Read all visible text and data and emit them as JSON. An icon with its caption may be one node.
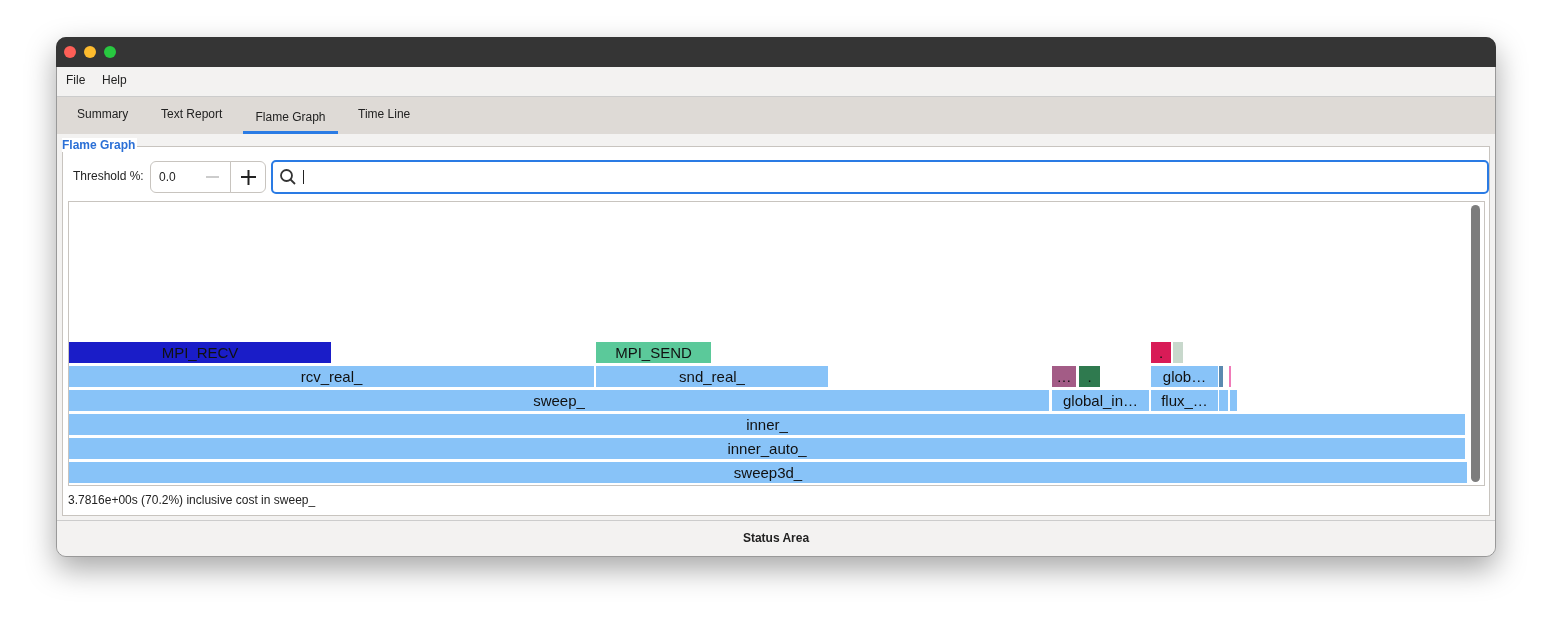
{
  "diagram": {
    "nodes": [
      {
        "text": [
          "MPI_RECV"
        ]
      },
      {
        "text": [
          "MPI_SEND"
        ]
      },
      {
        "text": [
          "."
        ]
      },
      {
        "text": [],
        "shape": "bar"
      },
      {
        "text": [
          "rcv_real_"
        ]
      },
      {
        "text": [
          "snd_real_"
        ]
      },
      {
        "text": [
          "…"
        ]
      },
      {
        "text": [
          "."
        ]
      },
      {
        "text": [
          "glob…"
        ]
      },
      {
        "text": [],
        "shape": "bar"
      },
      {
        "text": [],
        "shape": "bar"
      },
      {
        "text": [
          "sweep_"
        ]
      },
      {
        "text": [
          "global_in…"
        ]
      },
      {
        "text": [
          "flux_…"
        ]
      },
      {
        "text": [],
        "shape": "bar"
      },
      {
        "text": [],
        "shape": "bar"
      },
      {
        "text": [
          "inner_"
        ]
      },
      {
        "text": [
          "inner_auto_"
        ]
      },
      {
        "text": [
          "sweep3d_"
        ]
      }
    ],
    "edges": [],
    "labels": [
      "File",
      "Help",
      "Summary",
      "Text Report",
      "Flame Graph",
      "Time Line",
      "Flame Graph",
      "Threshold %:",
      "0.0",
      "3.7816e+00s (70.2%) inclusive cost in sweep_",
      "Status Area"
    ]
  }
}
